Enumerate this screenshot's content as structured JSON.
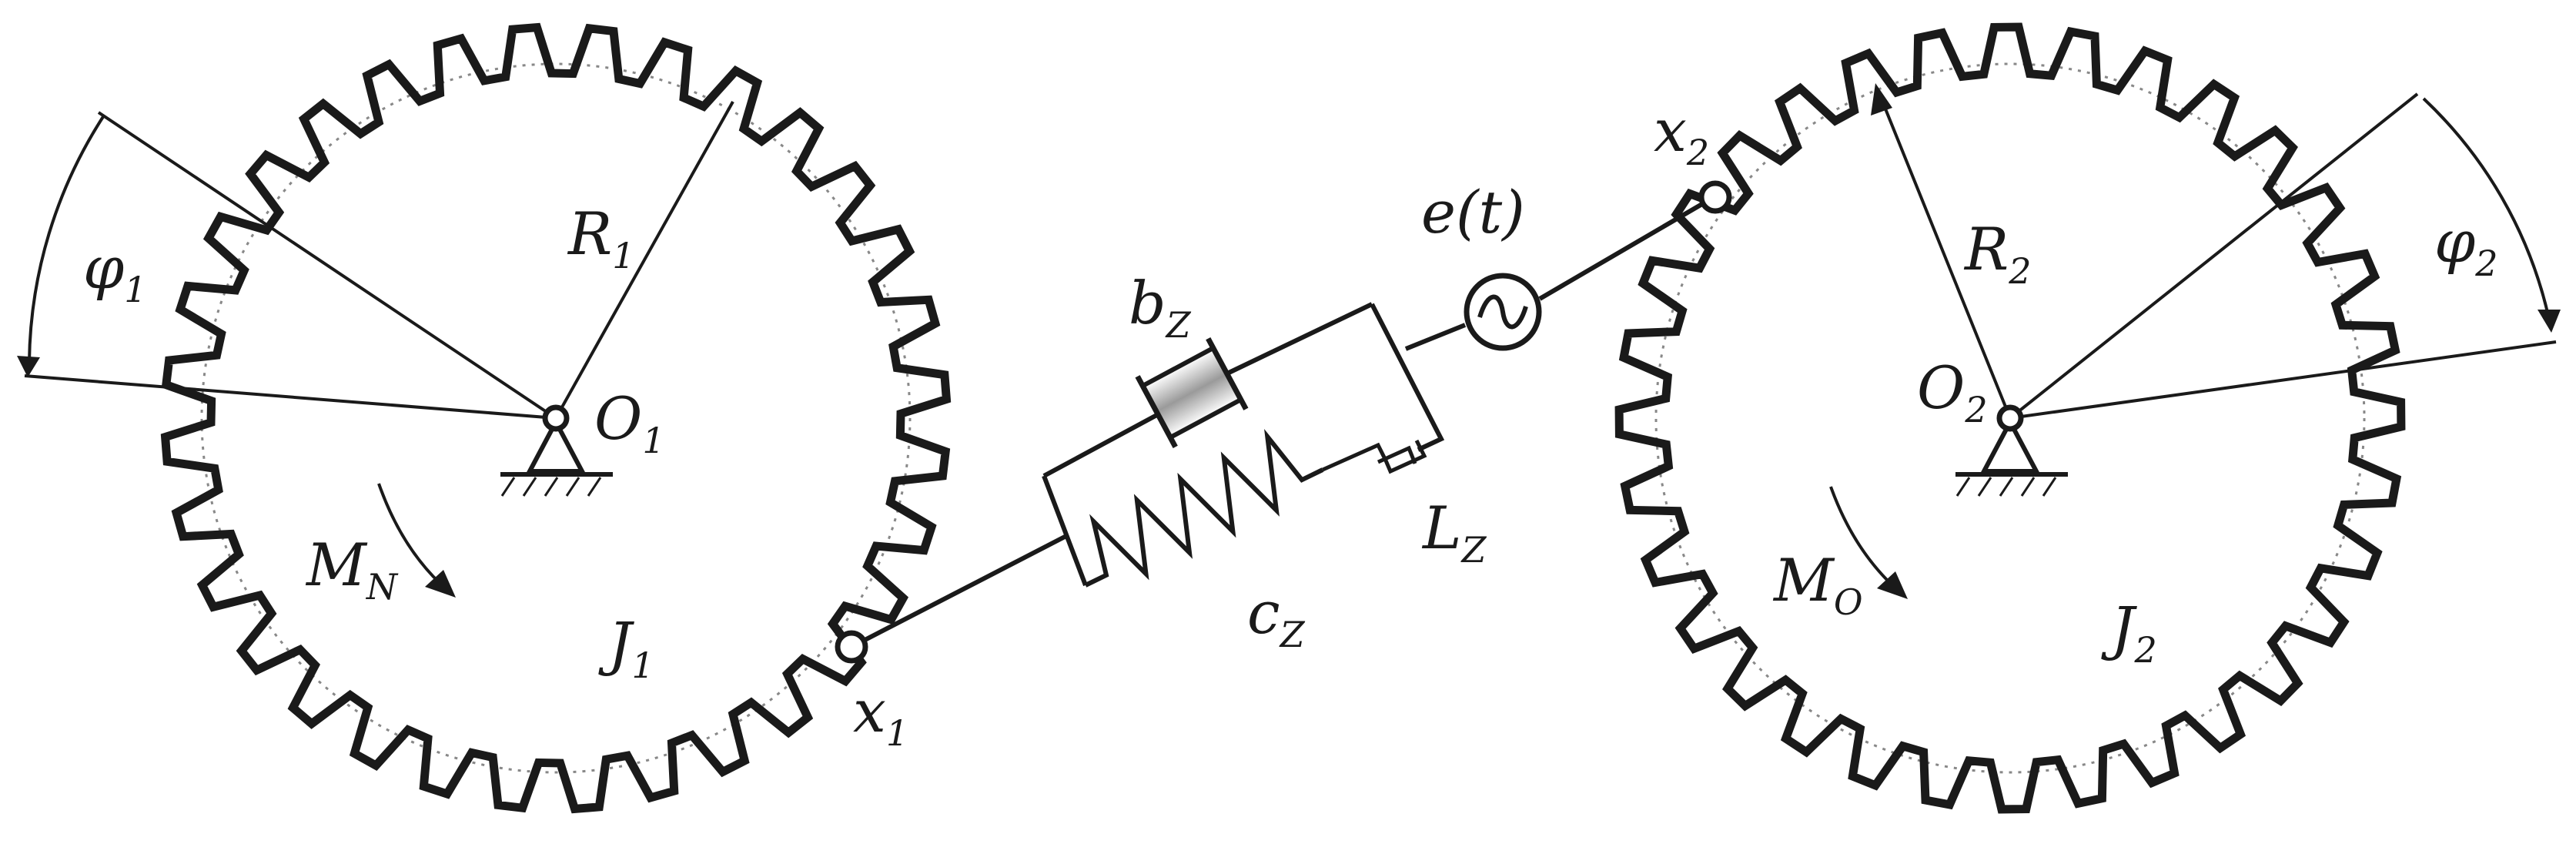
{
  "colors": {
    "stroke": "#1a1a1a",
    "pitch_circle": "#888888",
    "background": "#ffffff",
    "damper_fill": "#a8a8a8"
  },
  "gears": [
    {
      "name": "gear-1",
      "teeth": 32,
      "radius_label": "R",
      "radius_sub": "1",
      "center_label": "O",
      "center_sub": "1",
      "inertia_label": "J",
      "inertia_sub": "1",
      "moment_label": "M",
      "moment_sub": "N",
      "angle_label": "φ",
      "angle_sub": "1",
      "contact_label": "x",
      "contact_sub": "1"
    },
    {
      "name": "gear-2",
      "teeth": 32,
      "radius_label": "R",
      "radius_sub": "2",
      "center_label": "O",
      "center_sub": "2",
      "inertia_label": "J",
      "inertia_sub": "2",
      "moment_label": "M",
      "moment_sub": "O",
      "angle_label": "φ",
      "angle_sub": "2",
      "contact_label": "x",
      "contact_sub": "2"
    }
  ],
  "mesh": {
    "damper_label": "b",
    "damper_sub": "Z",
    "spring_label": "c",
    "spring_sub": "Z",
    "backlash_label": "L",
    "backlash_sub": "Z",
    "excitation_label": "e(t)",
    "excitation_icon": "sine-source-icon"
  }
}
